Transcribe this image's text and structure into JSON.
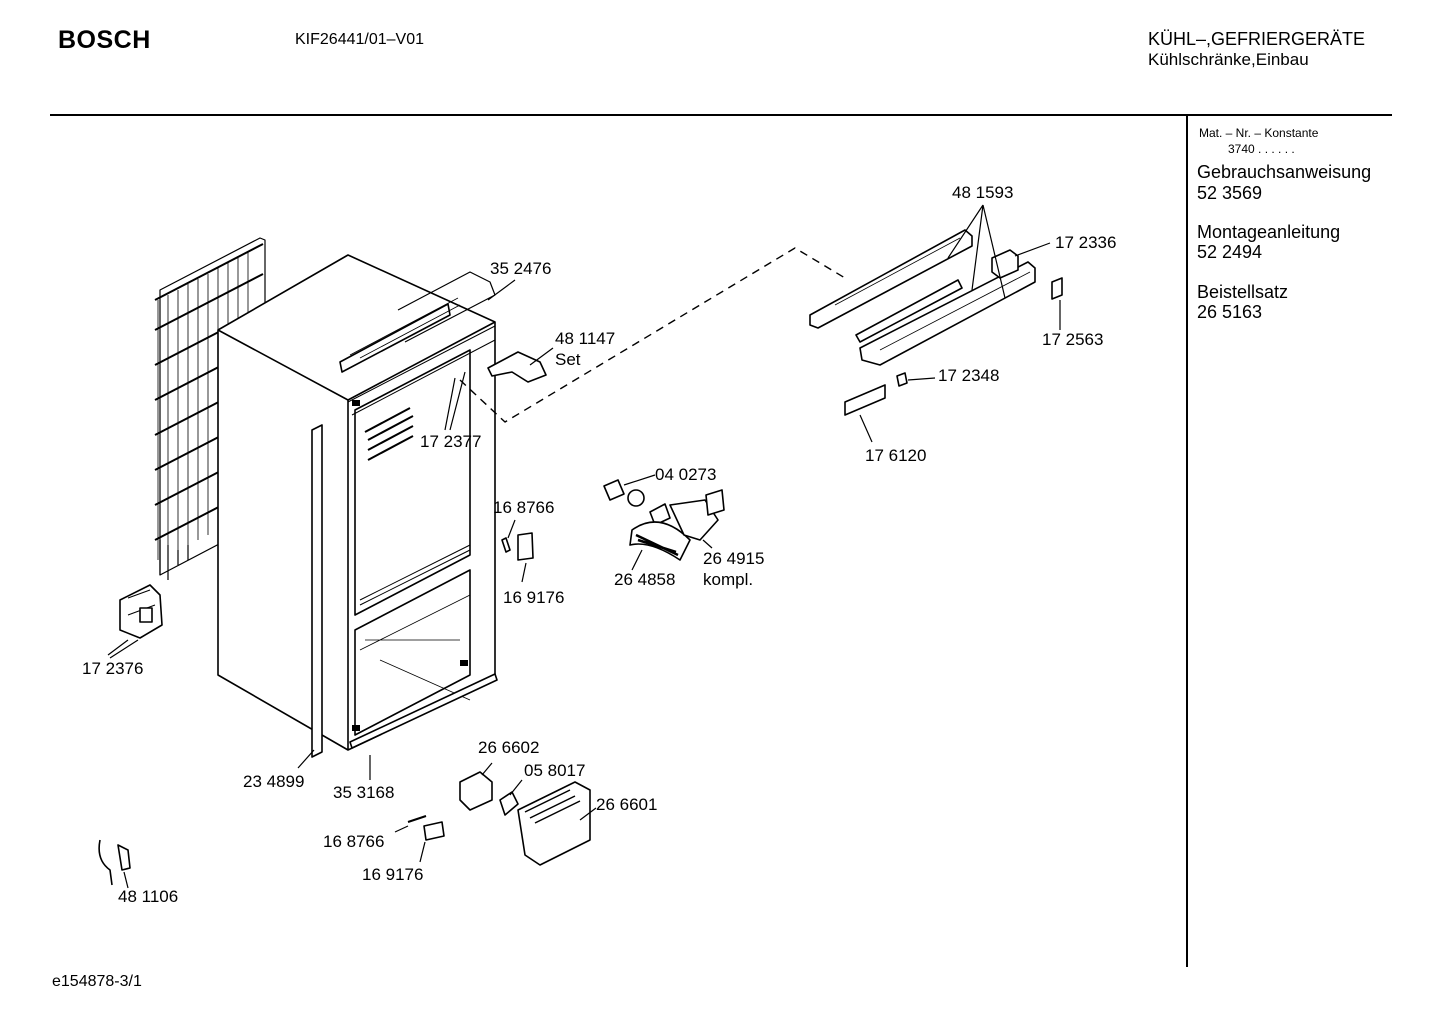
{
  "header": {
    "brand": "BOSCH",
    "model": "KIF26441/01–V01",
    "category_line1": "KÜHL–,GEFRIERGERÄTE",
    "category_line2": "Kühlschränke,Einbau"
  },
  "side_panel": {
    "mat_label": "Mat. – Nr. – Konstante",
    "mat_value": "3740  .  .  .  .  .  .",
    "items": [
      {
        "title": "Gebrauchsanweisung",
        "number": "52 3569"
      },
      {
        "title": "Montageanleitung",
        "number": "52 2494"
      },
      {
        "title": "Beistellsatz",
        "number": "26 5163"
      }
    ]
  },
  "parts": {
    "p481593": "48 1593",
    "p172336": "17 2336",
    "p172563": "17 2563",
    "p172348": "17 2348",
    "p176120": "17 6120",
    "p352476": "35 2476",
    "p481147": "48 1147",
    "set": "Set",
    "p172377": "17 2377",
    "p040273": "04 0273",
    "p168766a": "16 8766",
    "p169176a": "16 9176",
    "p264858": "26 4858",
    "p264915": "26 4915",
    "kompl": "kompl.",
    "p172376": "17 2376",
    "p234899": "23 4899",
    "p353168": "35 3168",
    "p266602": "26 6602",
    "p058017": "05 8017",
    "p266601": "26 6601",
    "p168766b": "16 8766",
    "p169176b": "16 9176",
    "p481106": "48 1106"
  },
  "footer": {
    "code": "e154878-3/1"
  }
}
